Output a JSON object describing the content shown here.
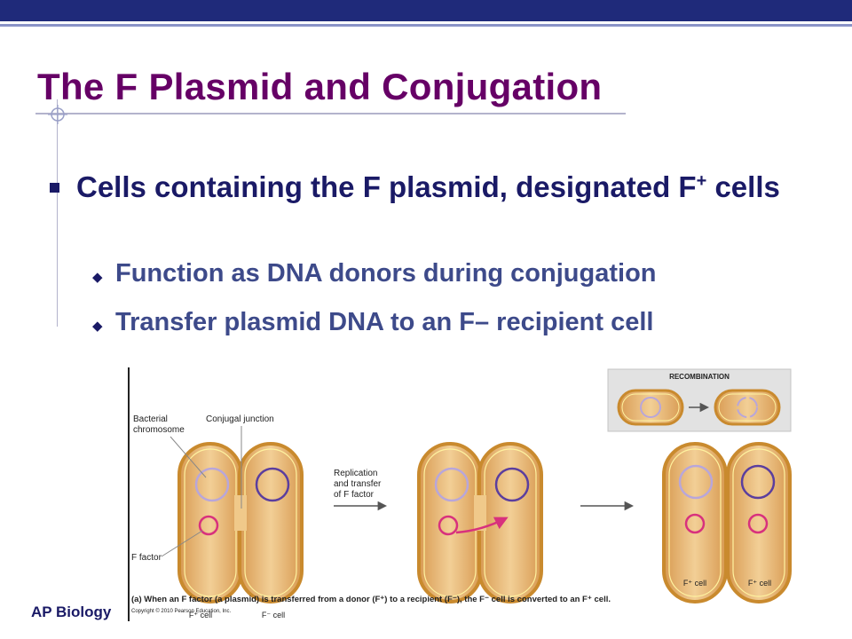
{
  "slide": {
    "title": "The F Plasmid and Conjugation",
    "bullet_main": "Cells containing the F plasmid, designated F",
    "bullet_main_sup": "+",
    "bullet_main_end": " cells",
    "sub_bullets": [
      "Function as DNA donors during conjugation",
      "Transfer plasmid DNA to an F– recipient cell"
    ],
    "footer": "AP Biology"
  },
  "figure": {
    "recombination_label": "RECOMBINATION",
    "label_bacterial_chromosome_1": "Bacterial",
    "label_bacterial_chromosome_2": "chromosome",
    "label_conjugal_junction": "Conjugal junction",
    "label_f_factor": "F factor",
    "label_replication_1": "Replication",
    "label_replication_2": "and transfer",
    "label_replication_3": "of F factor",
    "cell_label_fplus": "F⁺ cell",
    "cell_label_fminus": "F⁻ cell",
    "caption": "(a) When an F factor (a plasmid) is transferred from a donor (F⁺) to a recipient (F⁻), the F⁻ cell is converted to an F⁺ cell.",
    "copyright": "Copyright © 2010 Pearson Education, Inc."
  },
  "colors": {
    "title": "#660066",
    "bullet": "#1a1a66",
    "top_bar": "#1f2a7a",
    "cell_fill": "#e8bb7e",
    "cell_border": "#c98a2e",
    "chromosome_purple": "#5b3e9e",
    "plasmid_pink": "#d8317d"
  }
}
